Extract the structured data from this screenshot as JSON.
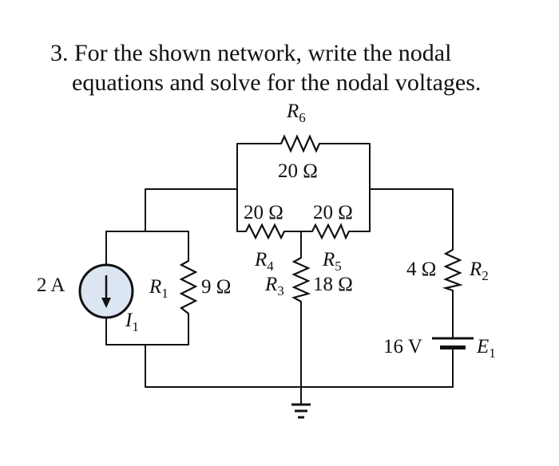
{
  "problem": {
    "number": "3.",
    "line1": "For the shown network, write the nodal",
    "line2": "equations and solve for the nodal voltages."
  },
  "circuit": {
    "colors": {
      "wire": "#111111",
      "source_fill": "#dce6f2",
      "text": "#111111"
    },
    "source_I1": {
      "value": "2 A",
      "name": "I",
      "sub": "1"
    },
    "R1": {
      "name": "R",
      "sub": "1",
      "value": "9 Ω"
    },
    "R2": {
      "name": "R",
      "sub": "2",
      "value": "4 Ω"
    },
    "R3": {
      "name": "R",
      "sub": "3",
      "value": "18 Ω"
    },
    "R4": {
      "name": "R",
      "sub": "4",
      "value": "20 Ω"
    },
    "R5": {
      "name": "R",
      "sub": "5",
      "value": "20 Ω"
    },
    "R6": {
      "name": "R",
      "sub": "6",
      "value": "20 Ω"
    },
    "E1": {
      "name": "E",
      "sub": "1",
      "value": "16 V"
    }
  }
}
